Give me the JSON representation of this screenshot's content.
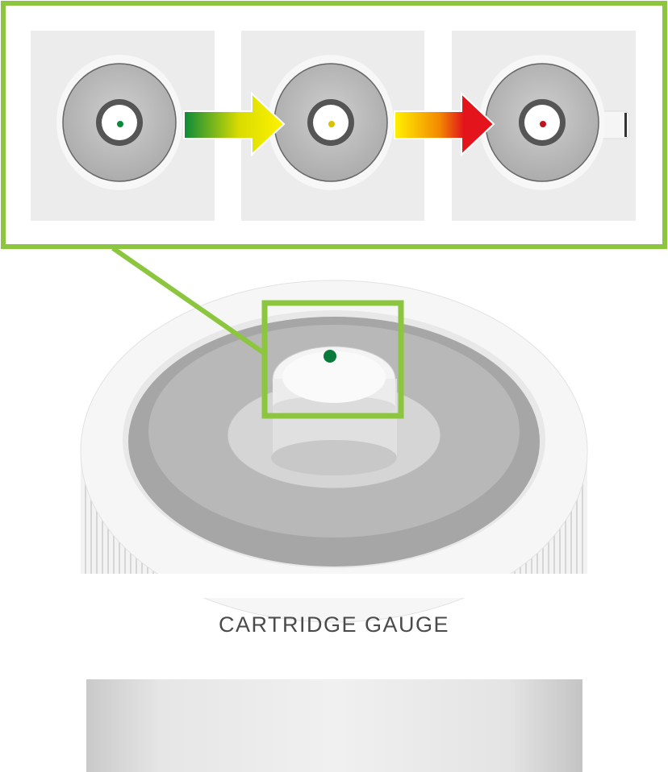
{
  "caption": "CARTRIDGE GAUGE",
  "colors": {
    "accent": "#8cc63f",
    "full": "#0a8a3a",
    "half": "#f2d400",
    "empty": "#d9131e"
  },
  "gauge_states": [
    {
      "indicator": "green"
    },
    {
      "indicator": "yellow"
    },
    {
      "indicator": "red"
    }
  ]
}
